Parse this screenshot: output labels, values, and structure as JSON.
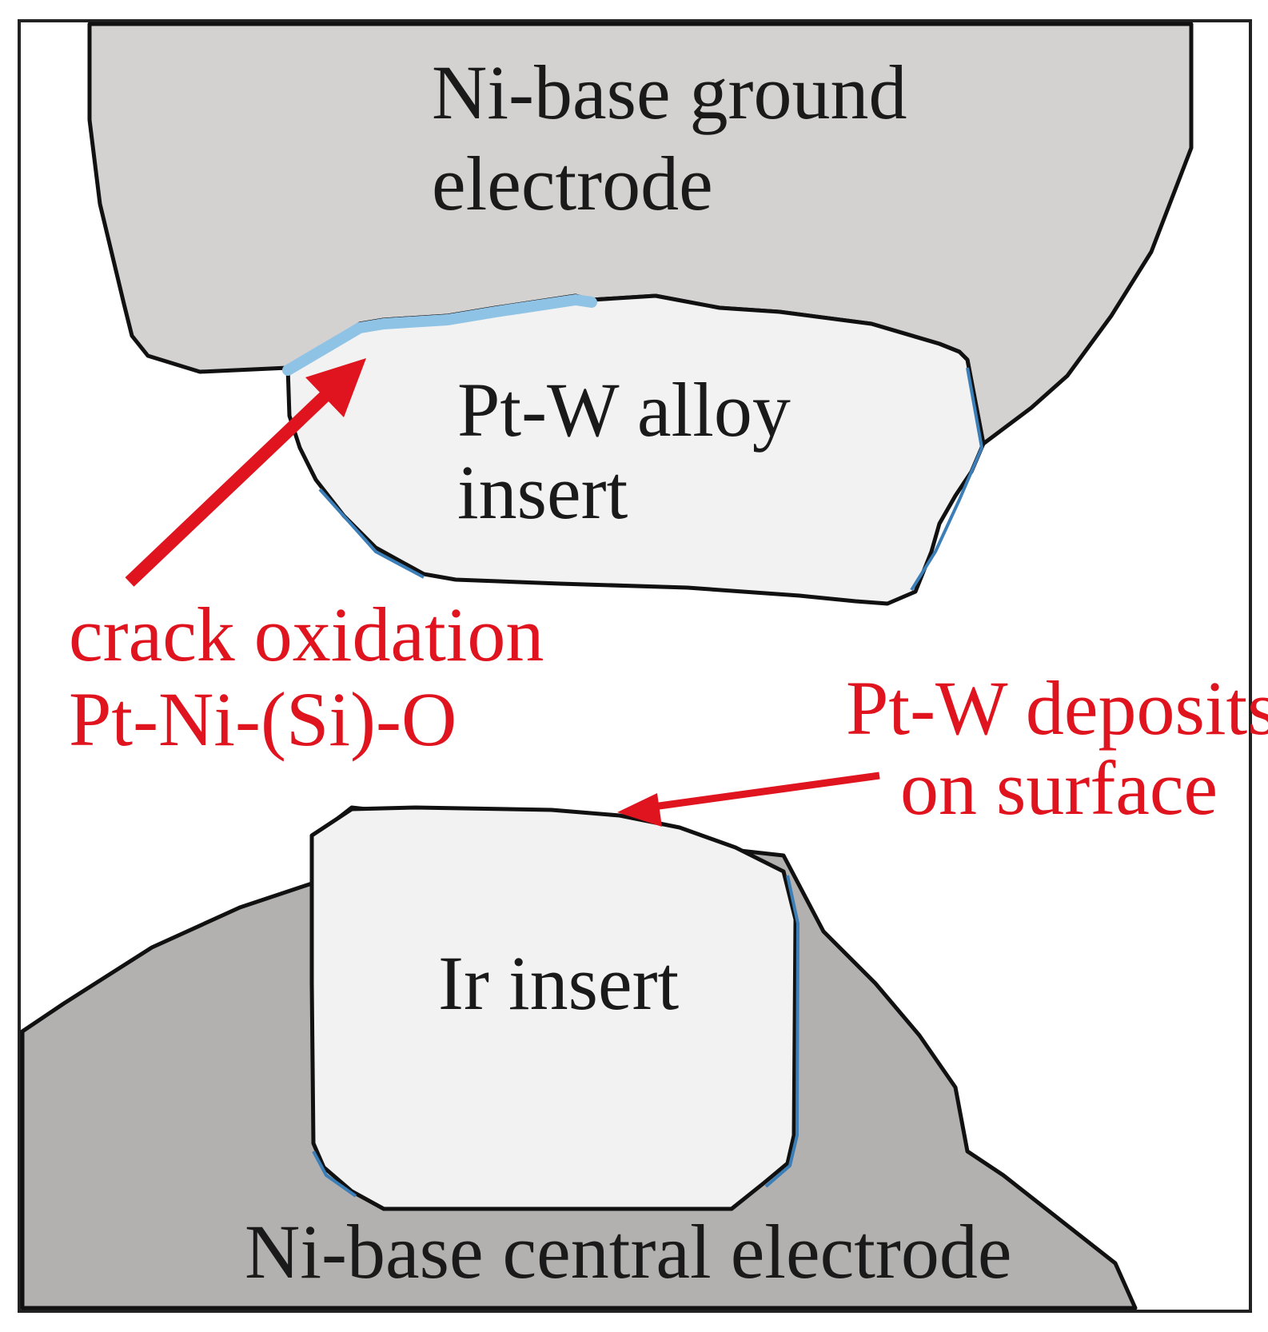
{
  "labels": {
    "ground_electrode": [
      "Ni-base ground",
      "electrode"
    ],
    "ptw_insert": [
      "Pt-W alloy",
      "insert"
    ],
    "crack_oxidation": [
      "crack oxidation",
      "Pt-Ni-(Si)-O"
    ],
    "ptw_deposits": [
      "Pt-W deposits",
      "on surface"
    ],
    "ir_insert": "Ir insert",
    "central_electrode": "Ni-base central electrode"
  },
  "colors": {
    "ground_electrode_fill": "#d4d2d1",
    "central_electrode_fill": "#b3b0b0",
    "insert_fill": "#f2f2f2",
    "outline": "#111111",
    "oxide_layer": "#8fc3e6",
    "deposit_layer": "#3c7fb8",
    "annotation": "#e0141e"
  }
}
